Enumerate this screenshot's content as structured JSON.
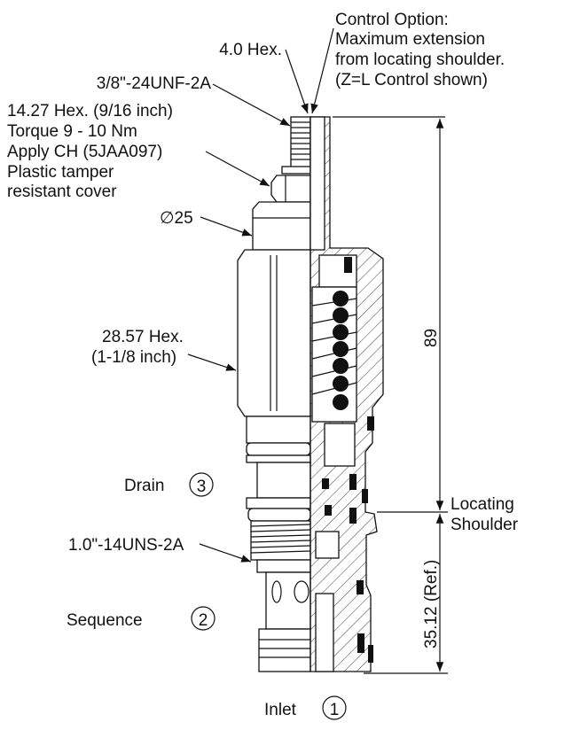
{
  "labels": {
    "control_option": [
      "Control Option:",
      "Maximum extension",
      "from locating shoulder.",
      "(Z=L Control shown)"
    ],
    "hex_4": "4.0 Hex.",
    "thread_top": "3/8\"-24UNF-2A",
    "hex_nut": [
      "14.27 Hex. (9/16 inch)",
      "Torque 9 - 10 Nm",
      "Apply CH (5JAA097)",
      "Plastic tamper",
      "resistant cover"
    ],
    "diameter": "∅25",
    "hex_body": [
      "28.57 Hex.",
      "(1-1/8 inch)"
    ],
    "thread_bottom": "1.0\"-14UNS-2A",
    "locating_shoulder": [
      "Locating",
      "Shoulder"
    ]
  },
  "ports": [
    {
      "name": "Drain",
      "number": "3"
    },
    {
      "name": "Sequence",
      "number": "2"
    },
    {
      "name": "Inlet",
      "number": "1"
    }
  ],
  "dimensions": {
    "overall": "89",
    "reference": "35.12 (Ref.)"
  }
}
